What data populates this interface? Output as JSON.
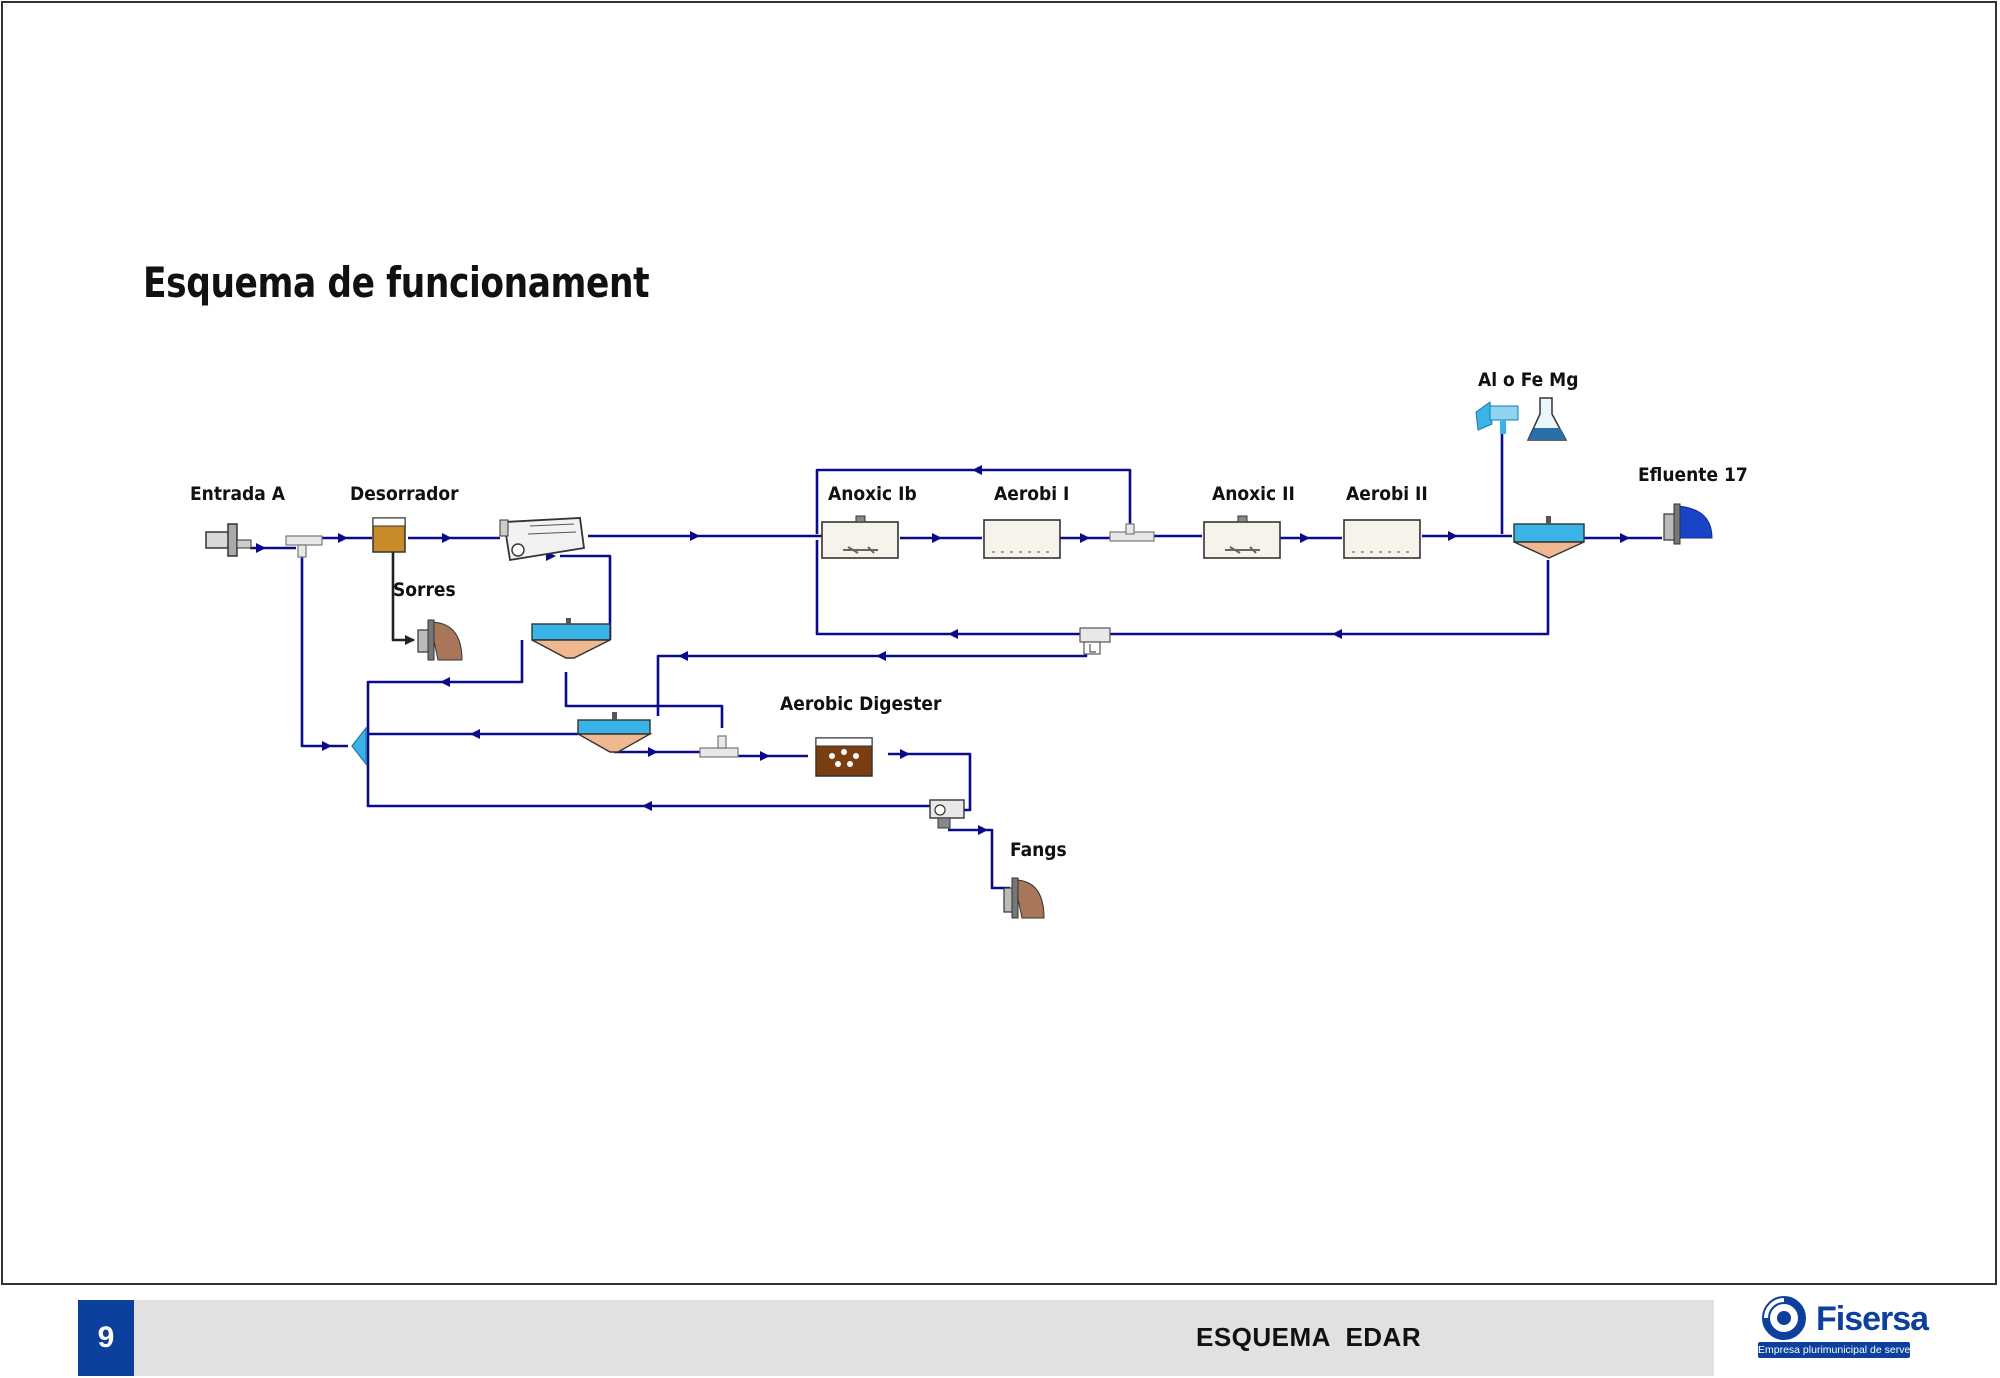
{
  "slide": {
    "title": "Esquema de funcionament"
  },
  "diagram": {
    "labels": {
      "entrada": "Entrada A",
      "desorrador": "Desorrador",
      "sorres": "Sorres",
      "anoxic1": "Anoxic Ib",
      "aerobi1": "Aerobi I",
      "anoxic2": "Anoxic II",
      "aerobi2": "Aerobi II",
      "reactiu": "Al o Fe Mg",
      "efluente": "Efluente 17",
      "digester": "Aerobic Digester",
      "fangs": "Fangs"
    },
    "colors": {
      "pipe": "#0a0a8c",
      "water": "#3ab4e6",
      "sludge": "#f0b890",
      "sand": "#c98a2a",
      "outlet": "#1a44c8"
    }
  },
  "footer": {
    "page_number": "9",
    "title": "ESQUEMA  EDAR",
    "logo_name": "Fisersa",
    "logo_tagline": "Empresa plurimunicipal de serveis",
    "logo_icon": "fisersa-logo-icon"
  }
}
